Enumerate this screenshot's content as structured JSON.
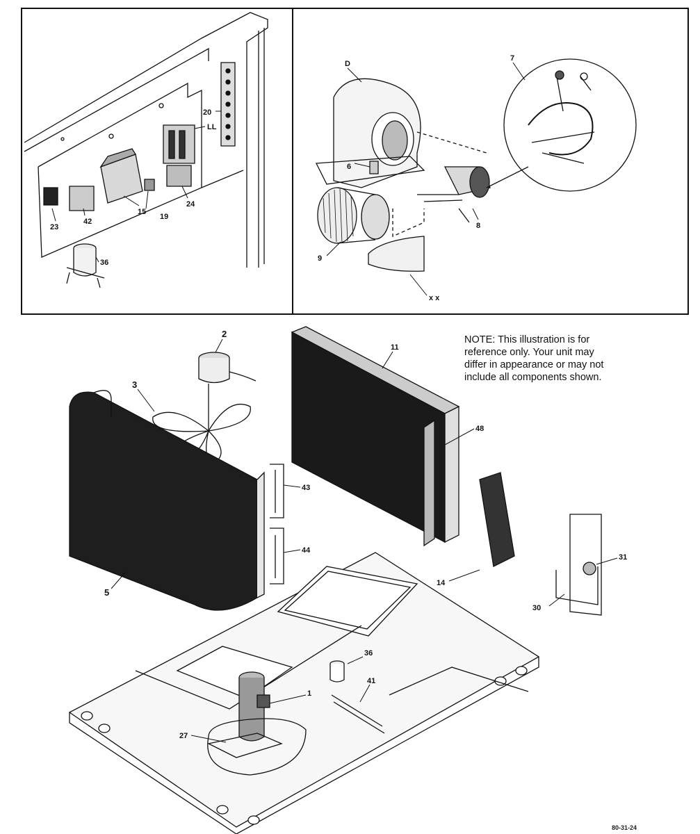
{
  "note": {
    "lines": [
      "NOTE:    This illustration is for",
      "reference only.   Your unit may",
      "differ in appearance or may not",
      "include all components shown."
    ]
  },
  "figure_code": "80-31-24",
  "callouts": {
    "c20": "20",
    "cLL": "LL",
    "c23": "23",
    "c42": "42",
    "c15": "15",
    "c19": "19",
    "c24": "24",
    "c36a": "36",
    "cD": "D",
    "c7": "7",
    "c6": "6",
    "c8": "8",
    "c9": "9",
    "cXX": "x x",
    "c2": "2",
    "c3": "3",
    "c11": "11",
    "c48": "48",
    "c43": "43",
    "c44": "44",
    "c5": "5",
    "c14": "14",
    "c31": "31",
    "c30": "30",
    "c36b": "36",
    "c41": "41",
    "c1": "1",
    "c27": "27"
  }
}
